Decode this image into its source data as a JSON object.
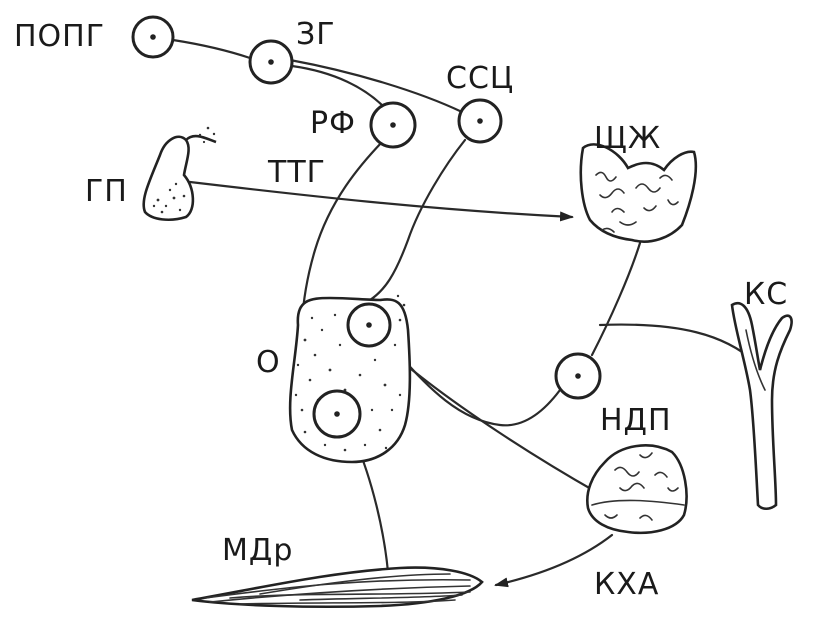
{
  "labels": {
    "popg": "ПОПГ",
    "zg": "ЗГ",
    "ssc": "ССЦ",
    "rf": "РФ",
    "shzh": "ЩЖ",
    "gp": "ГП",
    "ttg": "ТТГ",
    "ks": "КС",
    "o": "О",
    "ndp": "НДП",
    "mdr": "МДр",
    "kha": "КХА"
  }
}
